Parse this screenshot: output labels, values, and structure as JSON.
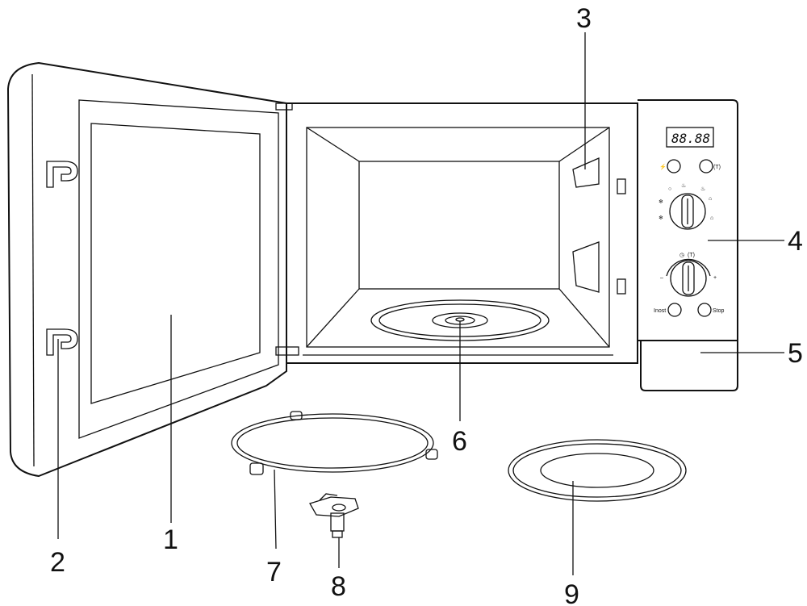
{
  "display": {
    "readout": "88.88"
  },
  "buttons": {
    "top_right": "(T)",
    "bottom_left": "Inost",
    "bottom_right": "Stop"
  },
  "timer": {
    "label": "(T)"
  },
  "callouts": [
    {
      "id": "door-glass",
      "number": "1"
    },
    {
      "id": "door-hook",
      "number": "2"
    },
    {
      "id": "waveguide-cover",
      "number": "3"
    },
    {
      "id": "control-panel",
      "number": "4"
    },
    {
      "id": "door-release",
      "number": "5"
    },
    {
      "id": "turntable-shaft",
      "number": "6"
    },
    {
      "id": "roller-ring",
      "number": "7"
    },
    {
      "id": "coupler",
      "number": "8"
    },
    {
      "id": "glass-tray",
      "number": "9"
    }
  ]
}
